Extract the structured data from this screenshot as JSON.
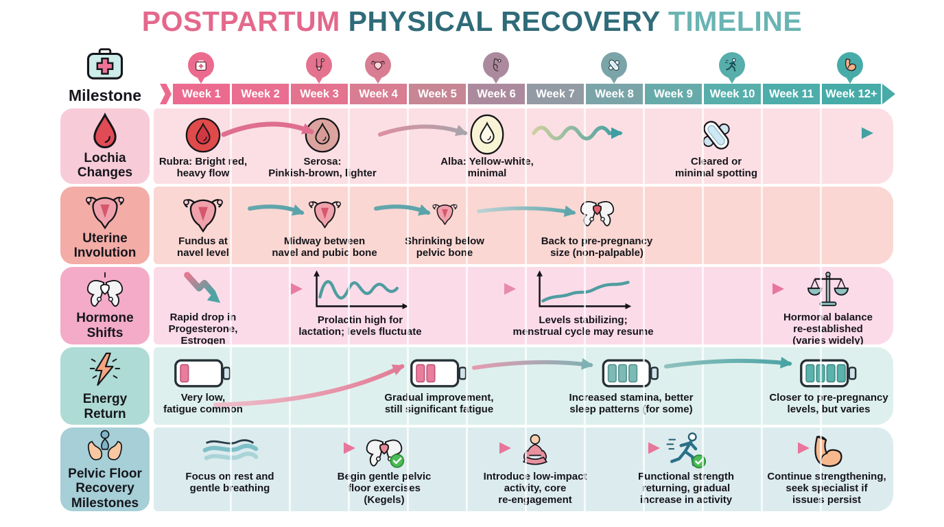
{
  "title": {
    "part1": "POSTPARTUM",
    "part2": "PHYSICAL RECOVERY",
    "part3": "TIMELINE",
    "colors": {
      "part1": "#e4688c",
      "part2": "#2f6b78",
      "part3": "#6ab4b3"
    }
  },
  "header": {
    "milestone_label": "Milestone",
    "milestone_icon": "first-aid-kit",
    "weeks": [
      {
        "label": "Week 1",
        "color": "#ec6a8e",
        "pin_icon": "medical-bag"
      },
      {
        "label": "Week 2",
        "color": "#e96e8f",
        "pin_icon": null
      },
      {
        "label": "Week 3",
        "color": "#e4738f",
        "pin_icon": "body"
      },
      {
        "label": "Week 4",
        "color": "#d87d92",
        "pin_icon": "uterus"
      },
      {
        "label": "Week 5",
        "color": "#c68693",
        "pin_icon": null
      },
      {
        "label": "Week 6",
        "color": "#ab8a9e",
        "pin_icon": "belly"
      },
      {
        "label": "Week 7",
        "color": "#929aa4",
        "pin_icon": null
      },
      {
        "label": "Week 8",
        "color": "#7ba4a8",
        "pin_icon": "pad"
      },
      {
        "label": "Week 9",
        "color": "#66abaa",
        "pin_icon": null
      },
      {
        "label": "Week 10",
        "color": "#57aeab",
        "pin_icon": "runner"
      },
      {
        "label": "Week 11",
        "color": "#4dadaa",
        "pin_icon": null
      },
      {
        "label": "Week 12+",
        "color": "#47aba8",
        "pin_icon": "muscle"
      }
    ]
  },
  "rows": [
    {
      "id": "lochia",
      "label": "Lochia\nChanges",
      "icon": "droplet",
      "band_color": "#fbdfe4",
      "label_color": "#f8cbd8",
      "items": [
        {
          "icon": "droplet-circle-red",
          "label": "Rubra: Bright red,\nheavy flow"
        },
        {
          "icon": "droplet-circle-brown",
          "label": "Serosa:\nPinkish-brown, lighter"
        },
        {
          "icon": "droplet-oval-yellow",
          "label": "Alba: Yellow-white,\nminimal"
        },
        {
          "icon": "pad",
          "label": "Cleared or\nminimal spotting"
        }
      ]
    },
    {
      "id": "uterine",
      "label": "Uterine\nInvolution",
      "icon": "uterus-lg",
      "band_color": "#fad7d2",
      "label_color": "#f3aca6",
      "items": [
        {
          "icon": "uterus-lg",
          "label": "Fundus at\nnavel level"
        },
        {
          "icon": "uterus-md",
          "label": "Midway between\nnavel and pubic bone"
        },
        {
          "icon": "uterus-sm",
          "label": "Shrinking below\npelvic bone"
        },
        {
          "icon": "pelvis-uterus",
          "label": "Back to pre-pregnancy\nsize (non-palpable)"
        }
      ]
    },
    {
      "id": "hormone",
      "label": "Hormone\nShifts",
      "icon": "pelvis",
      "band_color": "#fcdbe9",
      "label_color": "#f3abc7",
      "items": [
        {
          "icon": "zigzag-down",
          "label": "Rapid drop in\nProgesterone,\nEstrogen"
        },
        {
          "icon": "chart-fluctuate",
          "label": "Prolactin high for\nlactation; levels fluctuate"
        },
        {
          "icon": "chart-stabilize",
          "label": "Levels stabilizing;\nmenstrual cycle may resume"
        },
        {
          "icon": "balance-scale",
          "label": "Hormonal balance\nre-established\n(varies widely)"
        }
      ]
    },
    {
      "id": "energy",
      "label": "Energy\nReturn",
      "icon": "lightning",
      "band_color": "#def0ed",
      "label_color": "#aedbd5",
      "items": [
        {
          "icon": "battery-1",
          "label": "Very low,\nfatigue common"
        },
        {
          "icon": "battery-2",
          "label": "Gradual improvement,\nstill significant fatigue"
        },
        {
          "icon": "battery-3",
          "label": "Increased stamina, better\nsleep patterns (for some)"
        },
        {
          "icon": "battery-4",
          "label": "Closer to pre-pregnancy\nlevels, but varies"
        }
      ]
    },
    {
      "id": "pelvic",
      "label": "Pelvic Floor\nRecovery\nMilestones",
      "icon": "hands-person",
      "band_color": "#dcebee",
      "label_color": "#a6cfd7",
      "items": [
        {
          "icon": "breath-waves",
          "label": "Focus on rest and\ngentle breathing"
        },
        {
          "icon": "pelvis-check",
          "label": "Begin gentle pelvic\nfloor exercises\n(Kegels)"
        },
        {
          "icon": "meditator",
          "label": "Introduce low-impact\nactivity, core\nre-engagement"
        },
        {
          "icon": "runner-check",
          "label": "Functional strength\nreturning, gradual\nincrease in activity"
        },
        {
          "icon": "bicep",
          "label": "Continue strengthening,\nseek specialist if\nissues persist"
        }
      ]
    }
  ]
}
